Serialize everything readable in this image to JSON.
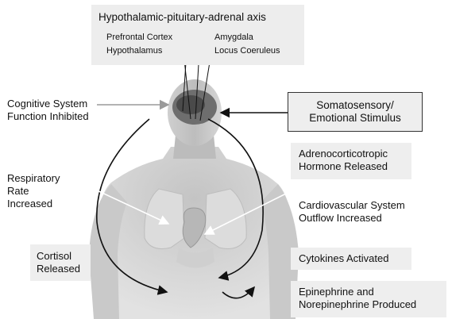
{
  "hpa_title": "Hypothalamic-pituitary-adrenal axis",
  "brain_regions": {
    "prefrontal_cortex": "Prefrontal Cortex",
    "hypothalamus": "Hypothalamus",
    "amygdala": "Amygdala",
    "locus_coeruleus": "Locus Coeruleus"
  },
  "labels": {
    "cognitive": "Cognitive System\nFunction Inhibited",
    "stimulus": "Somatosensory/\nEmotional Stimulus",
    "acth": "Adrenocorticotropic\nHormone Released",
    "respiratory": "Respiratory\nRate\nIncreased",
    "cardio": "Cardiovascular System\nOutflow Increased",
    "cortisol": "Cortisol\nReleased",
    "cytokines": "Cytokines Activated",
    "epinephrine": "Epinephrine and\nNorepinephrine Produced"
  }
}
